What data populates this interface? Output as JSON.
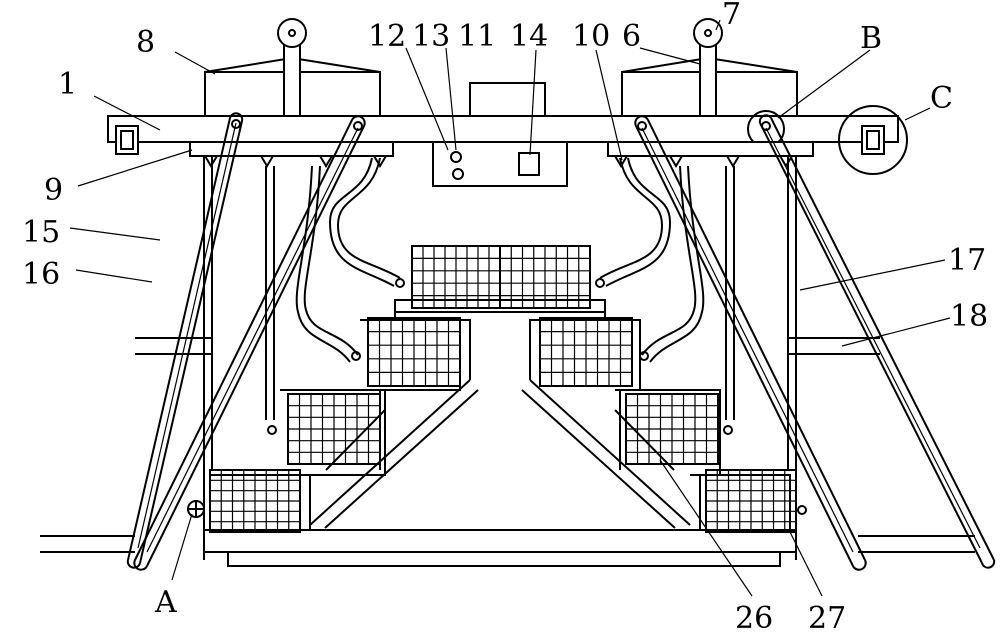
{
  "labels": {
    "l1": "1",
    "l6": "6",
    "l7": "7",
    "l8": "8",
    "l9": "9",
    "l10": "10",
    "l11": "11",
    "l12": "12",
    "l13": "13",
    "l14": "14",
    "l15": "15",
    "l16": "16",
    "l17": "17",
    "l18": "18",
    "l26": "26",
    "l27": "27",
    "lA": "A",
    "lB": "B",
    "lC": "C"
  },
  "colors": {
    "line": "#000000",
    "background": "#ffffff"
  }
}
